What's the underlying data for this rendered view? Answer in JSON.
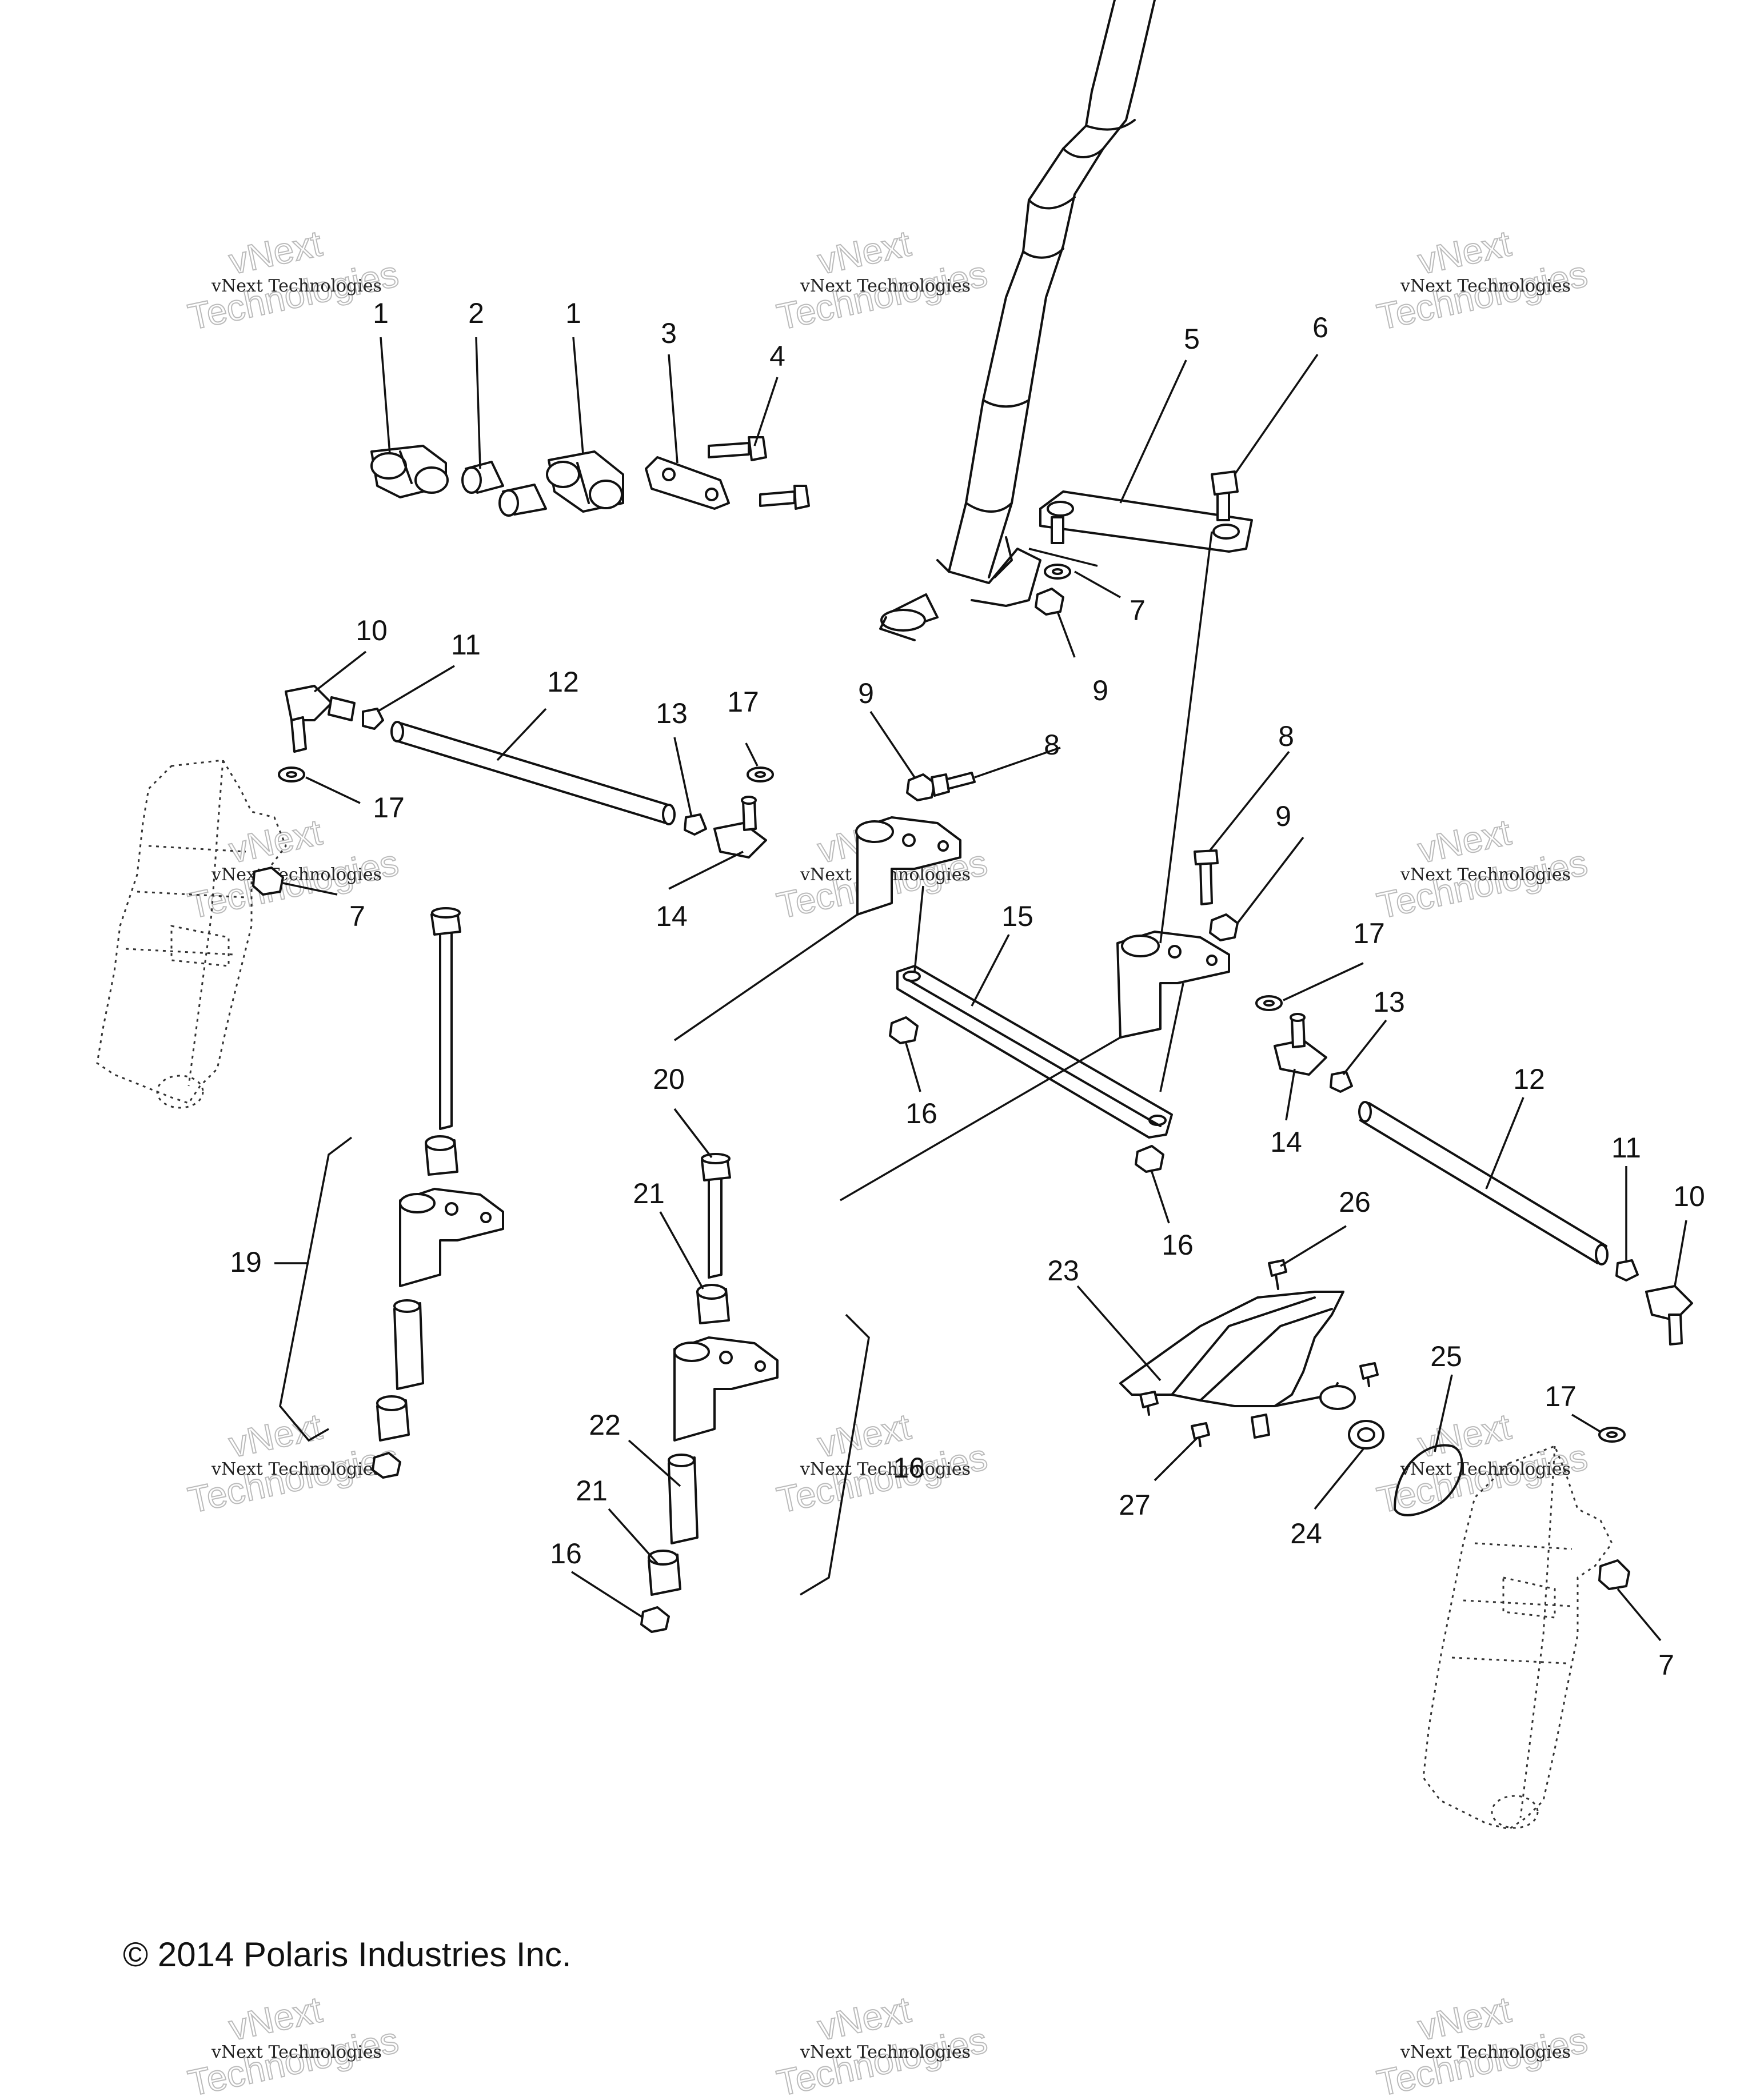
{
  "diagram": {
    "copyright": "© 2014 Polaris Industries Inc.",
    "watermark": {
      "line_small": "vNext Technologies",
      "line_big_top": "vNext",
      "line_big_bottom": "Technologies"
    },
    "callouts": [
      "1",
      "2",
      "1",
      "3",
      "4",
      "5",
      "6",
      "7",
      "9",
      "10",
      "11",
      "12",
      "13",
      "17",
      "9",
      "8",
      "17",
      "7",
      "14",
      "8",
      "9",
      "15",
      "17",
      "13",
      "20",
      "16",
      "14",
      "12",
      "11",
      "10",
      "19",
      "21",
      "16",
      "26",
      "23",
      "25",
      "22",
      "21",
      "16",
      "16",
      "17",
      "27",
      "24",
      "7"
    ]
  }
}
